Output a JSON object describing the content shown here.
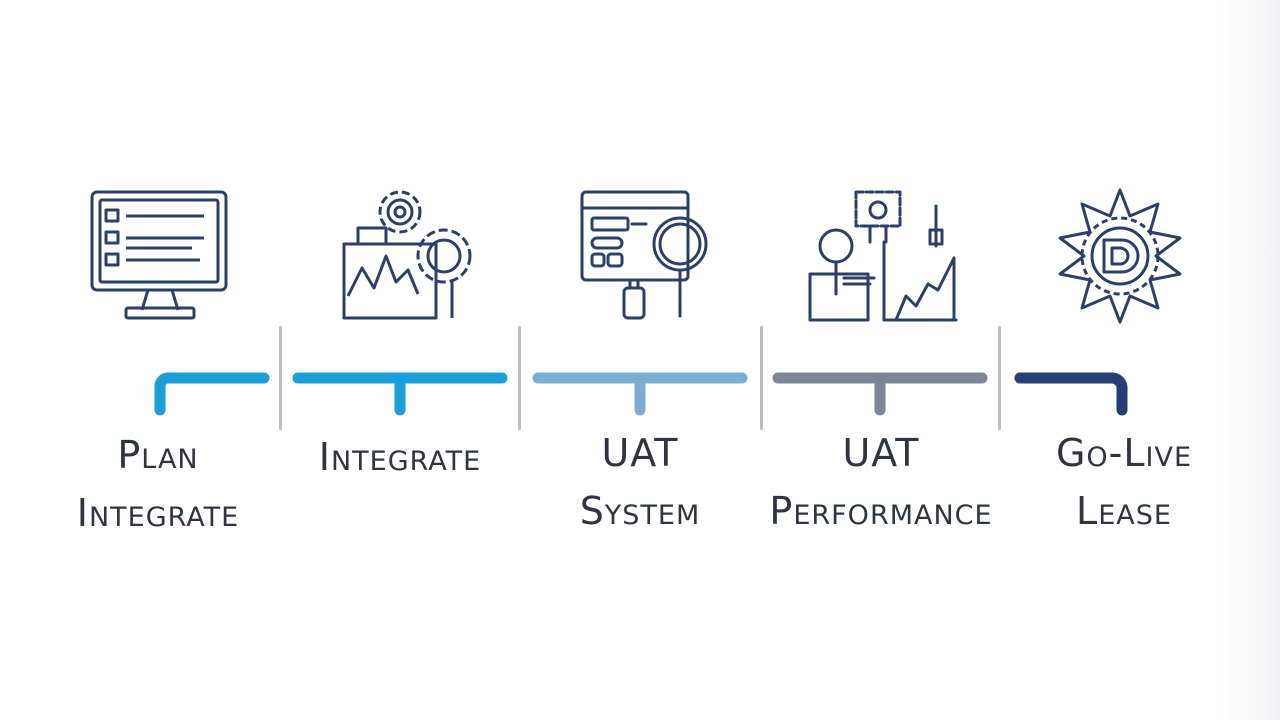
{
  "stages": [
    {
      "icon": "monitor-checklist-icon",
      "color": "#1aa0d8",
      "lines": [
        "Plan",
        "Integrate"
      ]
    },
    {
      "icon": "gears-chart-icon",
      "color": "#1aa0d8",
      "lines": [
        "Integrate"
      ]
    },
    {
      "icon": "screen-magnifier-icon",
      "color": "#7aaed4",
      "lines": [
        "UAT",
        "System"
      ]
    },
    {
      "icon": "person-performance-chart-icon",
      "color": "#7d8794",
      "lines": [
        "UAT",
        "Performance"
      ]
    },
    {
      "icon": "starburst-badge-icon",
      "color": "#263f74",
      "lines": [
        "Go-Live",
        "Lease"
      ]
    }
  ],
  "icon_color": "#2b3f6b"
}
